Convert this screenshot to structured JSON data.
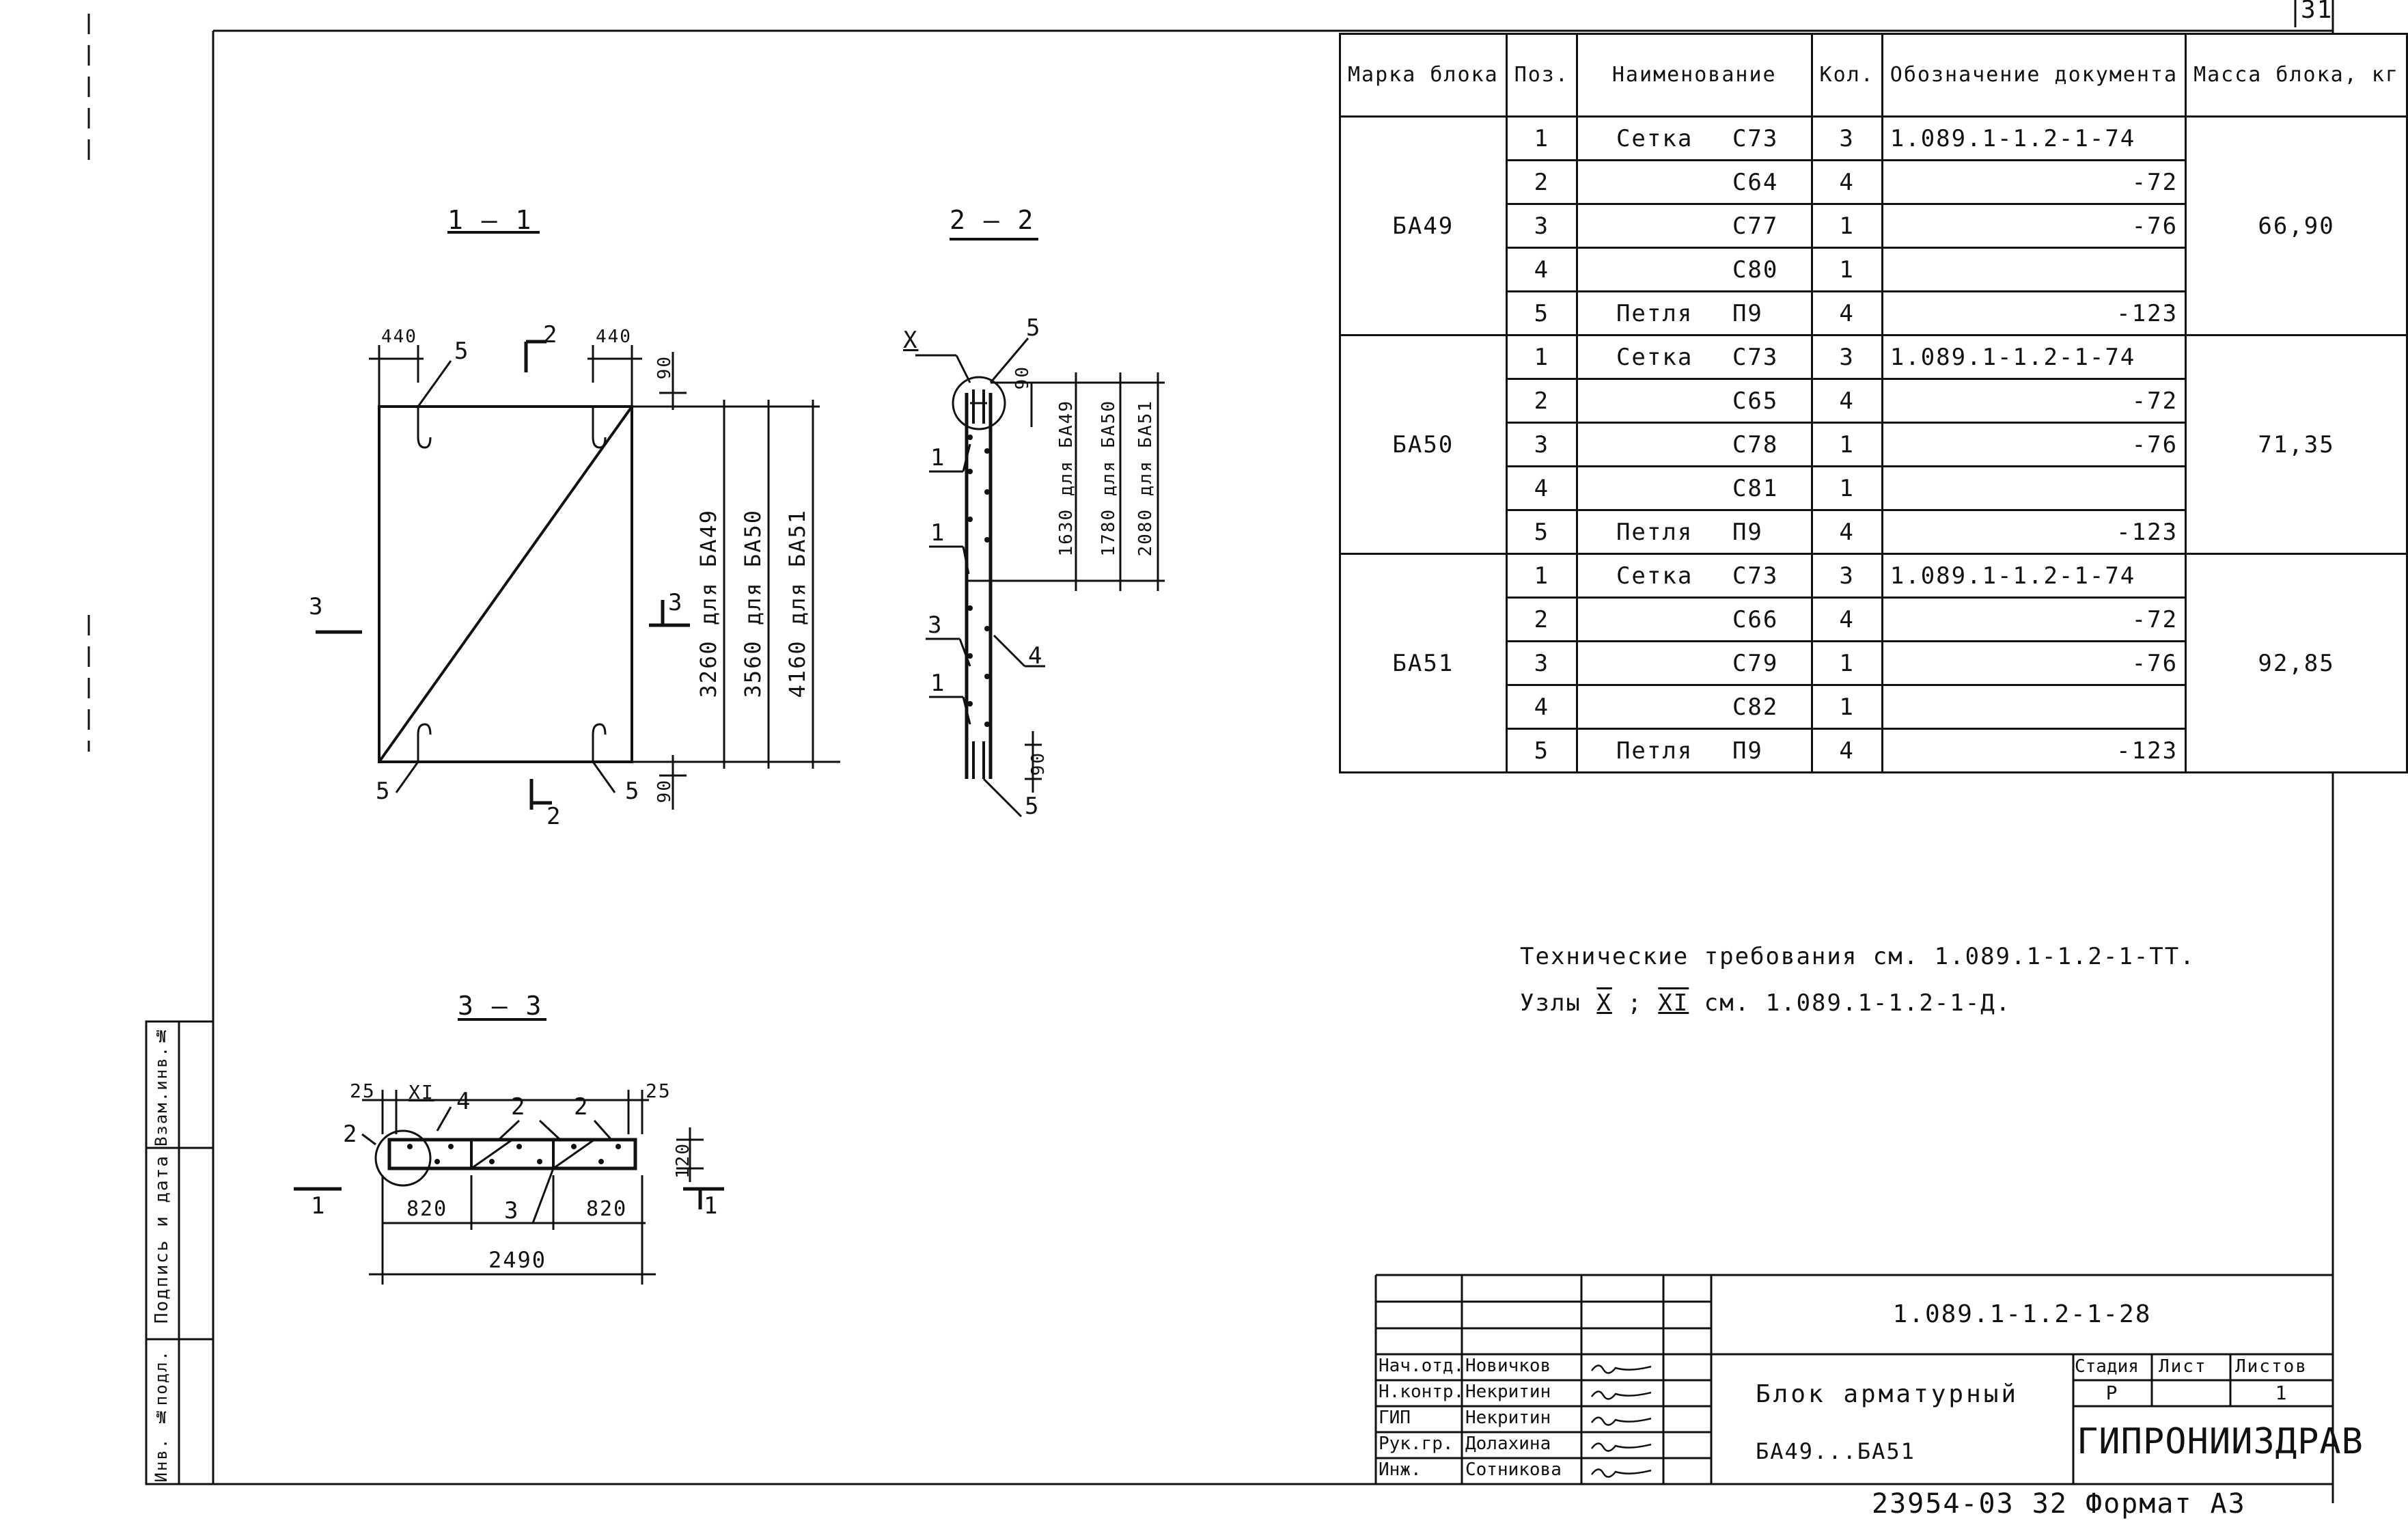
{
  "page_corner": "31",
  "side_stamp": {
    "inv_podl": "Инв. №подл.",
    "podpis": "Подпись и дата",
    "vzam": "Взам.инв.№"
  },
  "sections": {
    "s11": "1 — 1",
    "s22": "2 — 2",
    "s33": "3 — 3"
  },
  "view11": {
    "dim_440_left": "440",
    "dim_440_right": "440",
    "dim_90_top": "90",
    "dim_90_bot": "90",
    "cut2_top": "2",
    "cut2_bot": "2",
    "cut3_left": "3",
    "cut3_right": "3",
    "pos5_tl": "5",
    "pos5_bl": "5",
    "pos5_br": "5",
    "h_ba49": "3260 для БА49",
    "h_ba50": "3560 для БА50",
    "h_ba51": "4160 для БА51"
  },
  "view22": {
    "node_x": "X",
    "pos5_top": "5",
    "pos5_bot": "5",
    "pos1_a": "1",
    "pos1_b": "1",
    "pos1_c": "1",
    "pos3": "3",
    "pos4": "4",
    "dim_90_top": "90",
    "dim_90_bot": "90",
    "d1630": "1630 для БА49",
    "d1780": "1780 для БА50",
    "d2080": "2080 для БА51"
  },
  "view33": {
    "dim25_l": "25",
    "dim25_r": "25",
    "node_xi": "XI",
    "pos4": "4",
    "pos2_a": "2",
    "pos2_b": "2",
    "pos2_left": "2",
    "pos3": "3",
    "dim820_l": "820",
    "dim820_r": "820",
    "dim2490": "2490",
    "dim120": "120",
    "cut1_l": "1",
    "cut1_r": "1"
  },
  "spec_table": {
    "headers": [
      "Марка блока",
      "Поз.",
      "Наименование",
      "Кол.",
      "Обозначение документа",
      "Масса блока, кг"
    ],
    "groups": [
      {
        "mark": "БА49",
        "mass": "66,90",
        "rows": [
          {
            "pos": "1",
            "name": "Сетка",
            "item": "С73",
            "qty": "3",
            "doc": "1.089.1-1.2-1-74"
          },
          {
            "pos": "2",
            "name": "",
            "item": "С64",
            "qty": "4",
            "doc": "-72"
          },
          {
            "pos": "3",
            "name": "",
            "item": "С77",
            "qty": "1",
            "doc": "-76"
          },
          {
            "pos": "4",
            "name": "",
            "item": "С80",
            "qty": "1",
            "doc": ""
          },
          {
            "pos": "5",
            "name": "Петля",
            "item": "П9",
            "qty": "4",
            "doc": "-123"
          }
        ]
      },
      {
        "mark": "БА50",
        "mass": "71,35",
        "rows": [
          {
            "pos": "1",
            "name": "Сетка",
            "item": "С73",
            "qty": "3",
            "doc": "1.089.1-1.2-1-74"
          },
          {
            "pos": "2",
            "name": "",
            "item": "С65",
            "qty": "4",
            "doc": "-72"
          },
          {
            "pos": "3",
            "name": "",
            "item": "С78",
            "qty": "1",
            "doc": "-76"
          },
          {
            "pos": "4",
            "name": "",
            "item": "С81",
            "qty": "1",
            "doc": ""
          },
          {
            "pos": "5",
            "name": "Петля",
            "item": "П9",
            "qty": "4",
            "doc": "-123"
          }
        ]
      },
      {
        "mark": "БА51",
        "mass": "92,85",
        "rows": [
          {
            "pos": "1",
            "name": "Сетка",
            "item": "С73",
            "qty": "3",
            "doc": "1.089.1-1.2-1-74"
          },
          {
            "pos": "2",
            "name": "",
            "item": "С66",
            "qty": "4",
            "doc": "-72"
          },
          {
            "pos": "3",
            "name": "",
            "item": "С79",
            "qty": "1",
            "doc": "-76"
          },
          {
            "pos": "4",
            "name": "",
            "item": "С82",
            "qty": "1",
            "doc": ""
          },
          {
            "pos": "5",
            "name": "Петля",
            "item": "П9",
            "qty": "4",
            "doc": "-123"
          }
        ]
      }
    ]
  },
  "notes": {
    "line1": "Технические требования см. 1.089.1-1.2-1-ТТ.",
    "line2_a": "Узлы",
    "line2_x": "X",
    "line2_sep": ";",
    "line2_xi": "XI",
    "line2_b": "см. 1.089.1-1.2-1-Д."
  },
  "title_block": {
    "doc_code": "1.089.1-1.2-1-28",
    "title_line1": "Блок арматурный",
    "title_line2": "БА49...БА51",
    "stage_label": "Стадия",
    "sheet_label": "Лист",
    "sheets_label": "Листов",
    "stage": "Р",
    "sheet": "",
    "sheets": "1",
    "org": "ГИПРОНИИЗДРАВ",
    "people": [
      {
        "role": "Нач.отд.",
        "name": "Новичков"
      },
      {
        "role": "Н.контр.",
        "name": "Некритин"
      },
      {
        "role": "ГИП",
        "name": "Некритин"
      },
      {
        "role": "Рук.гр.",
        "name": "Долахина"
      },
      {
        "role": "Инж.",
        "name": "Сотникова"
      }
    ]
  },
  "bottom_stamp": "23954-03  32  Формат А3"
}
